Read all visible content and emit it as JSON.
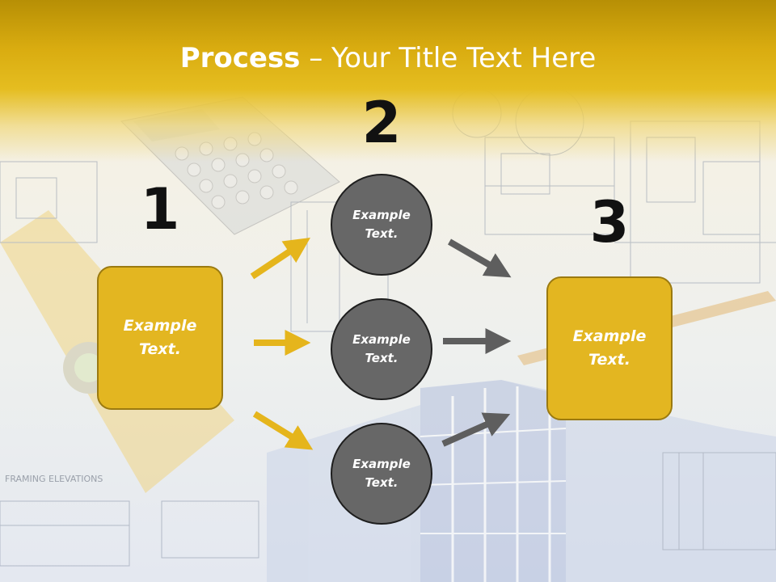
{
  "title": {
    "bold": "Process",
    "rest": " – Your Title Text Here"
  },
  "steps": [
    {
      "number": "1",
      "text": "Example Text."
    },
    {
      "number": "2",
      "text": "Example Text."
    },
    {
      "number": "3",
      "text": "Example Text."
    }
  ],
  "middle_items": [
    {
      "text": "Example Text."
    },
    {
      "text": "Example Text."
    },
    {
      "text": "Example Text."
    }
  ],
  "background_text": "FRAMING ELEVATIONS",
  "colors": {
    "accent_yellow": "#e3b621",
    "circle_gray": "#676767",
    "arrow_gray": "#5e5e5e"
  }
}
